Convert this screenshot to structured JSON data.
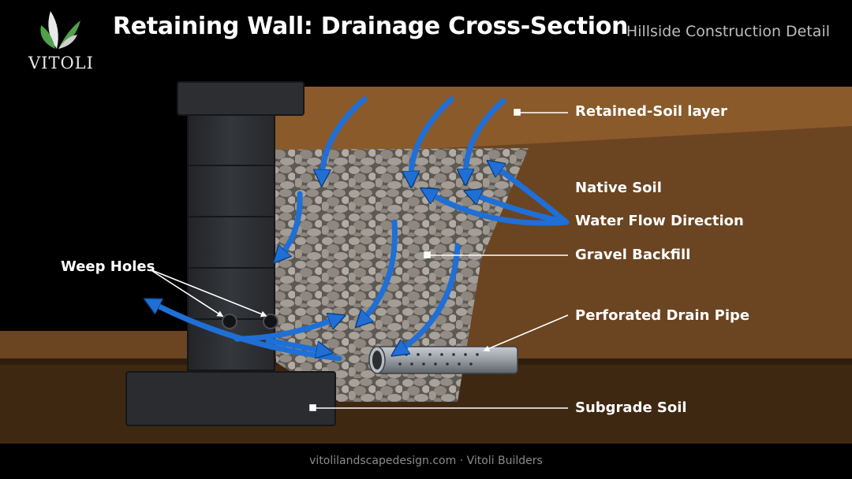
{
  "brand": {
    "name": "VITOLI"
  },
  "header": {
    "title": "Retaining Wall: Drainage Cross-Section",
    "subtitle": "Hillside Construction Detail"
  },
  "labels": {
    "retained_soil": "Retained-Soil layer",
    "native_soil": "Native Soil",
    "water_flow": "Water Flow Direction",
    "gravel_backfill": "Gravel Backfill",
    "weep_holes": "Weep Holes",
    "drain_pipe": "Perforated Drain Pipe",
    "subgrade_soil": "Subgrade Soil"
  },
  "footer": {
    "text": "vitolilandscapedesign.com · Vitoli Builders"
  },
  "colors": {
    "background": "#000000",
    "retained_soil": "#8a5a2b",
    "native_soil": "#6b4421",
    "subgrade_soil": "#3f2812",
    "gravel": "#9a948c",
    "wall_stone": "#2e3033",
    "water_arrow": "#1f6fd6",
    "pipe": "#8c9096",
    "leaf_green": "#4fa24a"
  }
}
